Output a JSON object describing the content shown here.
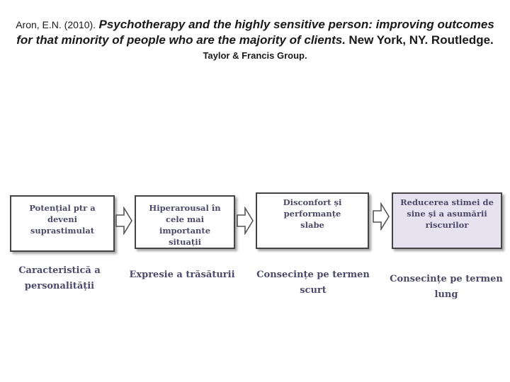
{
  "citation": {
    "authors_year": "Aron, E.N. (2010).",
    "title": "Psychotherapy and the highly sensitive person: improving outcomes for that minority of people who are the majority of clients.",
    "publisher_location": "New York, NY. Routledge.",
    "publisher_group": "Taylor & Francis Group."
  },
  "diagram": {
    "boxes": [
      {
        "lines": [
          "Potențial ptr a",
          "deveni",
          "suprastimulat"
        ]
      },
      {
        "lines": [
          "Hiperarousal în",
          "cele mai",
          "importante",
          "situații"
        ]
      },
      {
        "lines": [
          "Disconfort și",
          "performanțe",
          "slabe"
        ]
      },
      {
        "lines": [
          "Reducerea stimei de",
          "sine și a asumării",
          "riscurilor"
        ]
      }
    ],
    "labels": [
      {
        "lines": [
          "Caracteristică a",
          "personalității"
        ]
      },
      {
        "lines": [
          "Expresie a trăsăturii"
        ]
      },
      {
        "lines": [
          "Consecințe pe termen",
          "scurt"
        ]
      },
      {
        "lines": [
          "Consecințe pe termen",
          "lung"
        ]
      }
    ],
    "colors": {
      "box_text": "#4a4a6a",
      "last_box_fill": "#e6e2ef",
      "border": "#444444"
    }
  }
}
